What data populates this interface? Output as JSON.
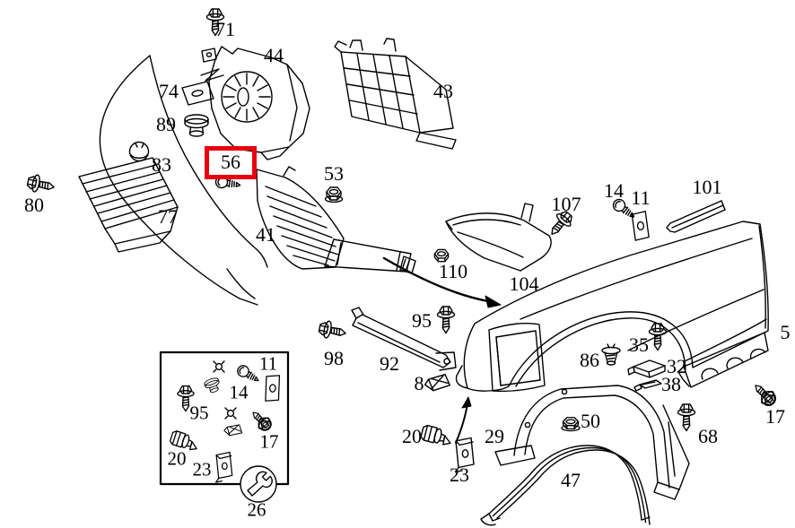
{
  "diagram": {
    "kind": "exploded-parts-diagram",
    "subject": "front fender, wheel arch and attachment hardware",
    "background_color": "#ffffff",
    "line_color": "#000000",
    "highlight_color": "#e8000d",
    "highlighted_callout": "56"
  },
  "callouts": {
    "c5": "5",
    "c8": "8",
    "c11": "11",
    "c14": "14",
    "c17": "17",
    "c20": "20",
    "c23": "23",
    "c29": "29",
    "c32": "32",
    "c35": "35",
    "c38": "38",
    "c41": "41",
    "c43": "43",
    "c44": "44",
    "c47": "47",
    "c50": "50",
    "c53": "53",
    "c56": "56",
    "c68": "68",
    "c71": "71",
    "c74": "74",
    "c77": "77",
    "c80": "80",
    "c83": "83",
    "c86": "86",
    "c89": "89",
    "c92": "92",
    "c95": "95",
    "c98": "98",
    "c101": "101",
    "c104": "104",
    "c107": "107",
    "c110": "110"
  },
  "kit": {
    "k11": "11",
    "k14": "14",
    "k95": "95",
    "k17": "17",
    "k20": "20",
    "k23": "23",
    "k26": "26"
  }
}
